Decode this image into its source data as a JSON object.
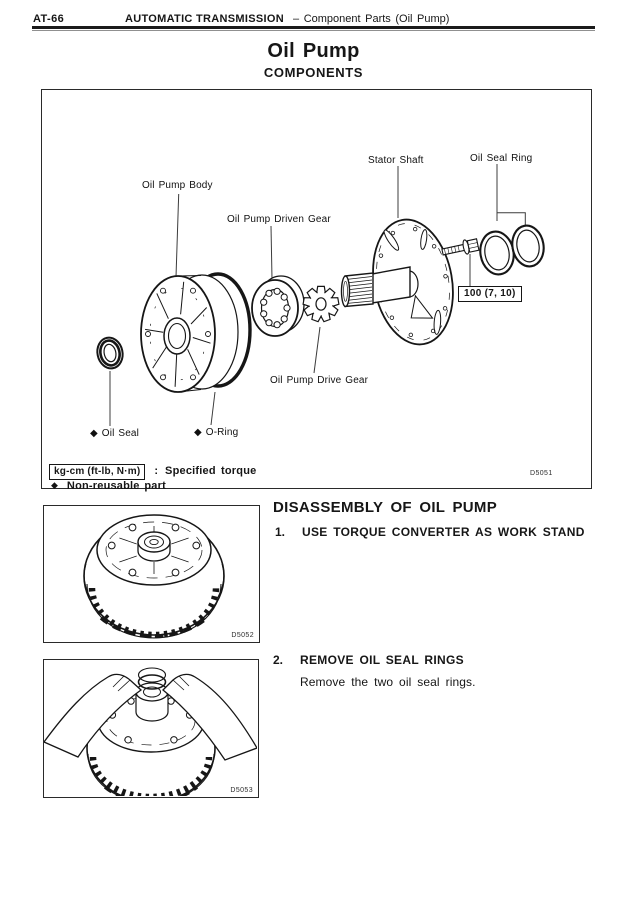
{
  "header": {
    "page_code": "AT-66",
    "section_bold": "AUTOMATIC TRANSMISSION",
    "section_rest": "– Component Parts (Oil Pump)"
  },
  "page": {
    "title": "Oil Pump",
    "subtitle": "COMPONENTS"
  },
  "components_figure": {
    "figure_id": "D5051",
    "torque_value": "100 (7, 10)",
    "labels": {
      "stator_shaft": "Stator Shaft",
      "oil_seal_ring": "Oil Seal Ring",
      "oil_pump_body": "Oil Pump Body",
      "oil_pump_driven_gear": "Oil Pump Driven Gear",
      "oil_pump_drive_gear": "Oil Pump Drive Gear",
      "oil_seal": "◆ Oil Seal",
      "o_ring": "◆ O-Ring"
    },
    "legend": {
      "units_box": "kg-cm (ft-lb, N·m)",
      "colon": ":",
      "caption": "Specified torque",
      "diamond": "◆",
      "non_reusable": "Non-reusable part"
    }
  },
  "disassembly": {
    "heading": "DISASSEMBLY OF OIL PUMP",
    "step1": {
      "number": "1.",
      "title": "USE TORQUE CONVERTER AS WORK STAND"
    },
    "step2": {
      "number": "2.",
      "title": "REMOVE OIL SEAL RINGS",
      "body": "Remove the two oil seal rings."
    },
    "figure2_id": "D5052",
    "figure3_id": "D5053"
  }
}
